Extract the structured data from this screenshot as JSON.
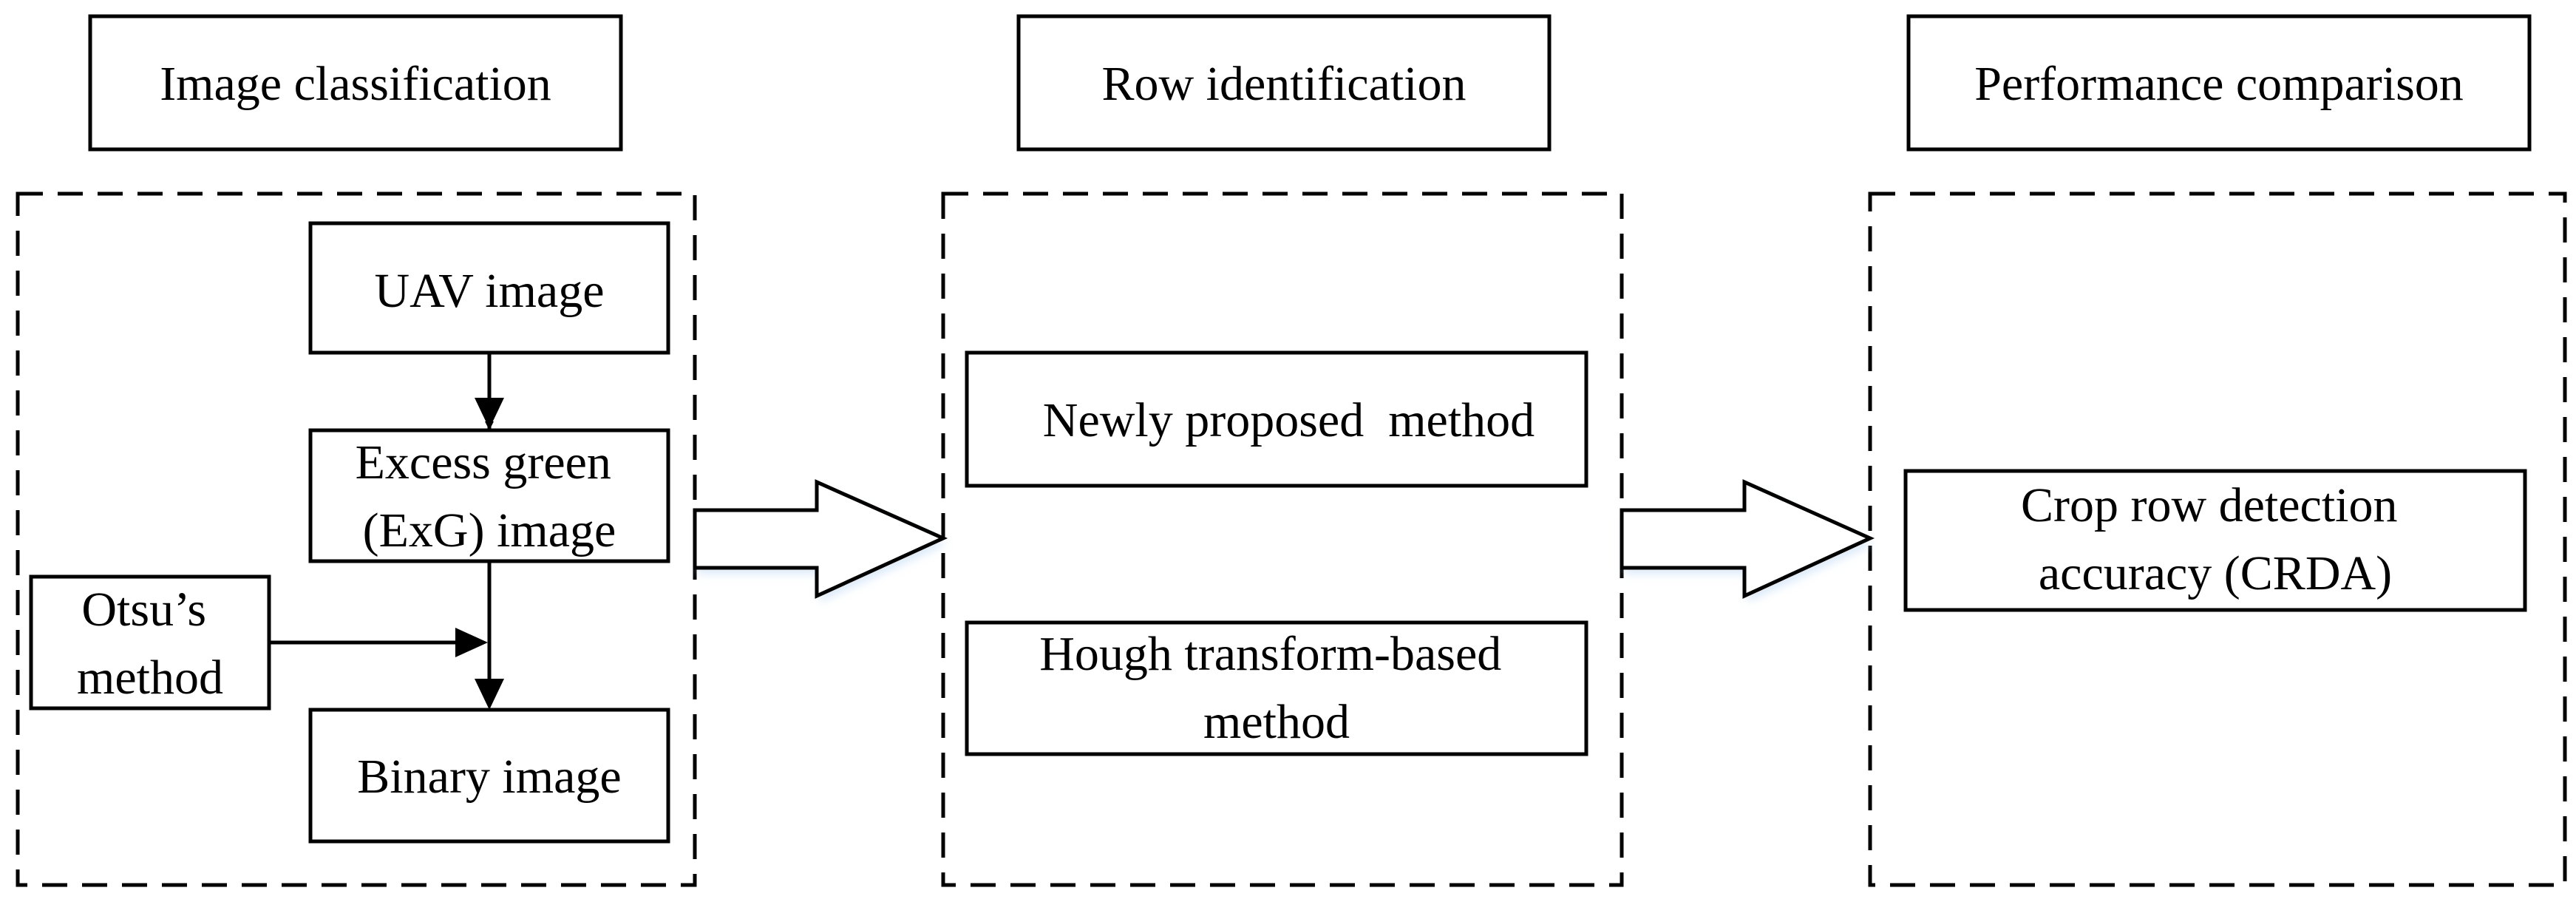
{
  "stages": {
    "classification": {
      "title": "Image classification"
    },
    "identification": {
      "title": "Row identification"
    },
    "comparison": {
      "title": "Performance comparison"
    }
  },
  "classification": {
    "uav_image": [
      "UAV image"
    ],
    "exg_image": [
      "Excess green",
      "(ExG) image"
    ],
    "otsu": [
      "Otsu’s",
      "method"
    ],
    "binary_image": [
      "Binary image"
    ]
  },
  "identification": {
    "proposed": [
      "Newly proposed  method"
    ],
    "hough": [
      "Hough transform-based",
      "method"
    ]
  },
  "comparison": {
    "crda": [
      "Crop row detection",
      "accuracy (CRDA)"
    ]
  },
  "colors": {
    "stroke": "#000000",
    "background": "#ffffff",
    "arrow_glow": "#bcd7f2"
  }
}
